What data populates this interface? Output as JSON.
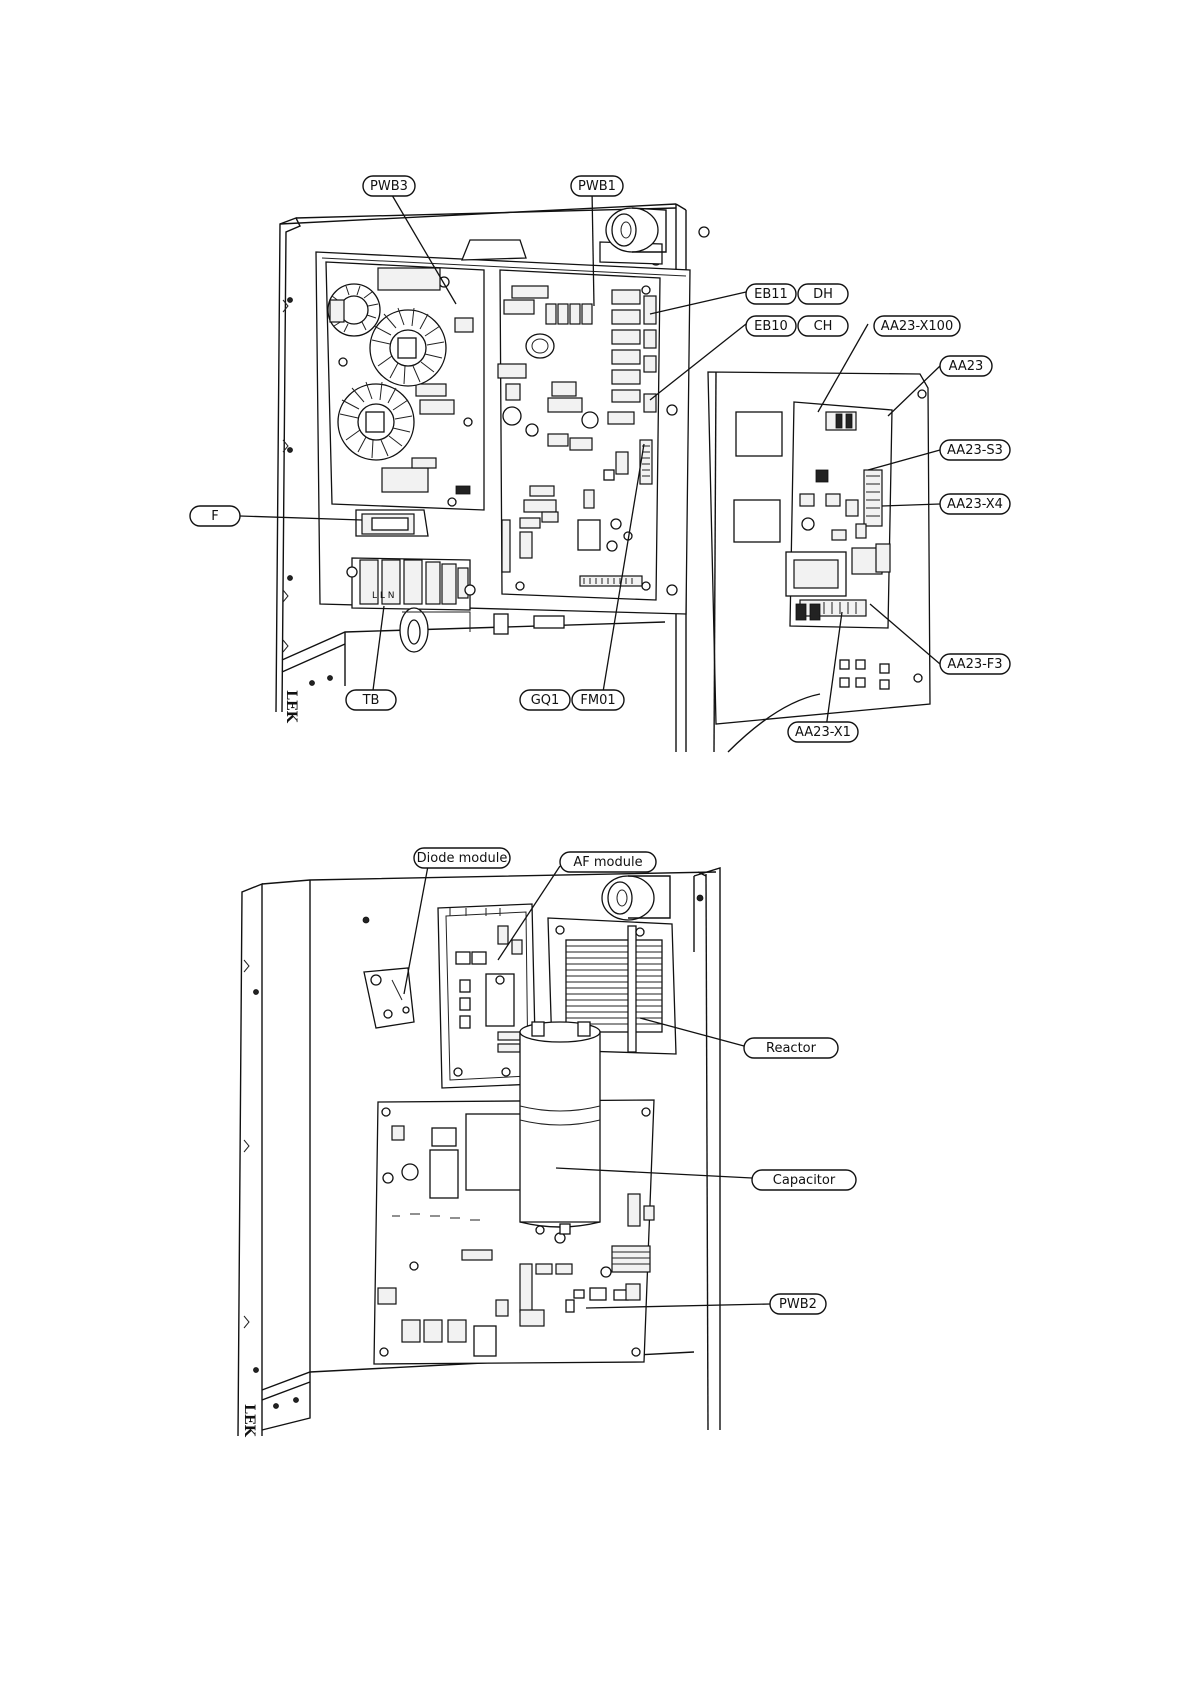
{
  "diagram1": {
    "labels": {
      "pwb3": "PWB3",
      "pwb1": "PWB1",
      "eb11": "EB11",
      "dh": "DH",
      "eb10": "EB10",
      "ch": "CH",
      "aa23_x100": "AA23-X100",
      "aa23": "AA23",
      "aa23_s3": "AA23-S3",
      "aa23_x4": "AA23-X4",
      "f": "F",
      "aa23_f3": "AA23-F3",
      "tb": "TB",
      "gq1": "GQ1",
      "fm01": "FM01",
      "aa23_x1": "AA23-X1"
    },
    "stamp": "LEK",
    "terminal_marking": "L L N"
  },
  "diagram2": {
    "labels": {
      "diode_module": "Diode module",
      "af_module": "AF module",
      "reactor": "Reactor",
      "capacitor": "Capacitor",
      "pwb2": "PWB2"
    },
    "stamp": "LEK"
  }
}
